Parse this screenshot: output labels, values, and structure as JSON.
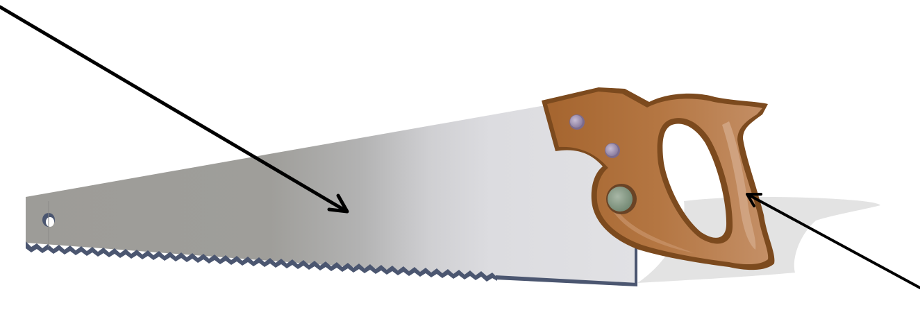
{
  "figure": {
    "subject": "hand-saw",
    "parts": [
      "blade",
      "teeth",
      "handle",
      "rivets",
      "hang-hole"
    ],
    "pointers": [
      "blade-pointer-arrow",
      "handle-pointer-arrow"
    ],
    "colors": {
      "blade_dark": "#9d9c98",
      "blade_light": "#dcdce0",
      "blade_edge": "#4b5670",
      "handle_dark": "#7c4a1e",
      "handle_mid": "#a5652f",
      "handle_light": "#cc9e7b",
      "rivet_small": "#a89ab8",
      "rivet_large": "#8fa08f",
      "shadow": "#e3e3e3",
      "arrow": "#000000"
    }
  }
}
